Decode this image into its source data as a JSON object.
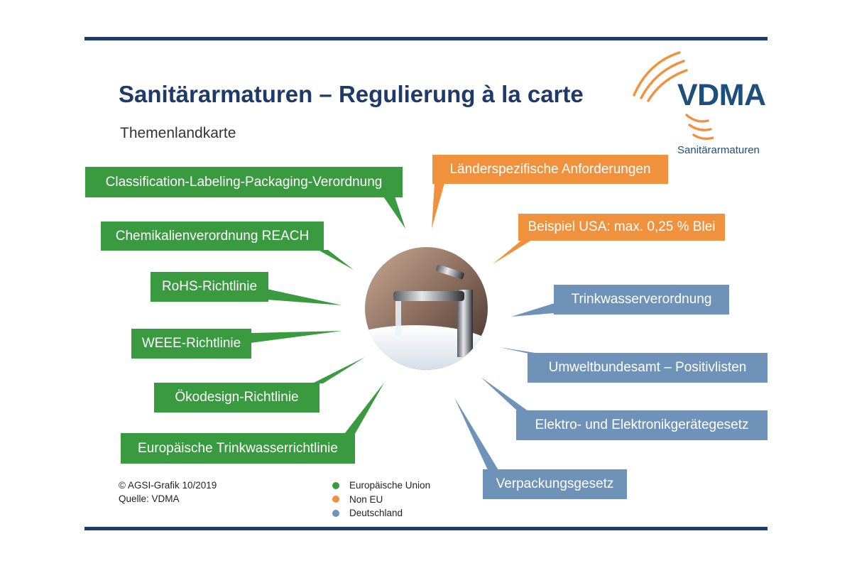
{
  "header": {
    "title": "Sanitärarmaturen – Regulierung à la carte",
    "subtitle": "Themenlandkarte"
  },
  "logo": {
    "text": "VDMA",
    "sub": "Sanitärarmaturen"
  },
  "colors": {
    "eu": "#3a9a3f",
    "non_eu": "#f0913e",
    "germany": "#6f93b8",
    "rule": "#1d3a6b"
  },
  "eu_boxes": [
    "Classification-Labeling-Packaging-Verordnung",
    "Chemikalienverordnung REACH",
    "RoHS-Richtlinie",
    "WEEE-Richtlinie",
    "Ökodesign-Richtlinie",
    "Europäische Trinkwasserrichtlinie"
  ],
  "non_eu_boxes": [
    "Länderspezifische Anforderungen",
    "Beispiel USA: max. 0,25 % Blei"
  ],
  "de_boxes": [
    "Trinkwasserverordnung",
    "Umweltbundesamt – Positivlisten",
    "Elektro- und Elektronikgerätegesetz",
    "Verpackungsgesetz"
  ],
  "footer": {
    "credit_line1": "© AGSI-Grafik 10/2019",
    "credit_line2": "Quelle: VDMA"
  },
  "legend": [
    "Europäische Union",
    "Non EU",
    "Deutschland"
  ]
}
